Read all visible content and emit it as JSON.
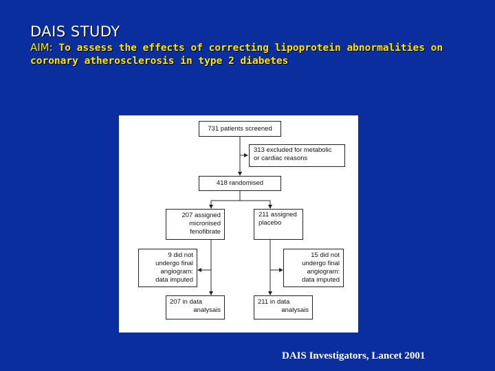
{
  "slide": {
    "title": "DAIS STUDY",
    "aim_label": "AIM:",
    "aim_text": "To assess the effects of correcting lipoprotein abnormalities on coronary atherosclerosis in type 2 diabetes",
    "citation": "DAIS Investigators, Lancet 2001"
  },
  "flowchart": {
    "screened": "731 patients screened",
    "excluded_line1": "313 excluded for metabolic",
    "excluded_line2": "or cardiac reasons",
    "randomised": "418 randomised",
    "fenofibrate_line1": "207 assigned",
    "fenofibrate_line2": "micronised",
    "fenofibrate_line3": "fenofibrate",
    "placebo_line1": "211 assigned",
    "placebo_line2": "placebo",
    "feno_missing_line1": "9 did not",
    "feno_missing_line2": "undergo final",
    "feno_missing_line3": "angiogram:",
    "feno_missing_line4": "data imputed",
    "placebo_missing_line1": "15 did not",
    "placebo_missing_line2": "undergo final",
    "placebo_missing_line3": "angiogram:",
    "placebo_missing_line4": "data imputed",
    "feno_analysis_line1": "207 in data",
    "feno_analysis_line2": "analysais",
    "placebo_analysis_line1": "211 in data",
    "placebo_analysis_line2": "analysais"
  },
  "colors": {
    "background": "#0a2e9e",
    "title": "#ffffff",
    "aim": "#ffe600"
  }
}
